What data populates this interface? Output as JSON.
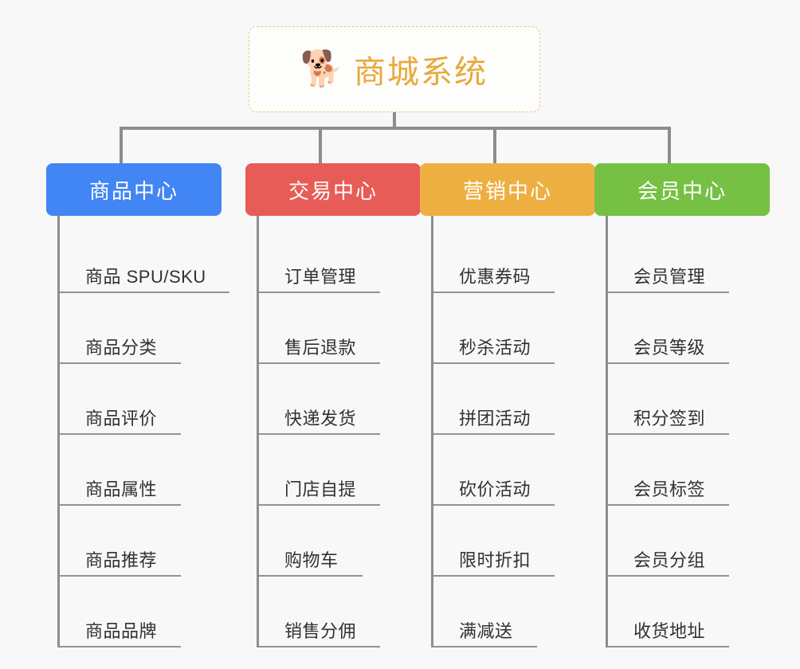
{
  "root": {
    "icon": "shiba-dog-face-emoji",
    "icon_glyph": "🐕",
    "title": "商城系统",
    "title_color": "#e8a93c",
    "border_color": "#eec77a"
  },
  "connector": {
    "color": "#8d8d8d"
  },
  "categories": [
    {
      "label": "商品中心",
      "color": "#4285f4",
      "items": [
        "商品 SPU/SKU",
        "商品分类",
        "商品评价",
        "商品属性",
        "商品推荐",
        "商品品牌"
      ]
    },
    {
      "label": "交易中心",
      "color": "#e85c57",
      "items": [
        "订单管理",
        "售后退款",
        "快递发货",
        "门店自提",
        "购物车",
        "销售分佣"
      ]
    },
    {
      "label": "营销中心",
      "color": "#eeaf41",
      "items": [
        "优惠券码",
        "秒杀活动",
        "拼团活动",
        "砍价活动",
        "限时折扣",
        "满减送"
      ]
    },
    {
      "label": "会员中心",
      "color": "#76c044",
      "items": [
        "会员管理",
        "会员等级",
        "积分签到",
        "会员标签",
        "会员分组",
        "收货地址"
      ]
    }
  ]
}
